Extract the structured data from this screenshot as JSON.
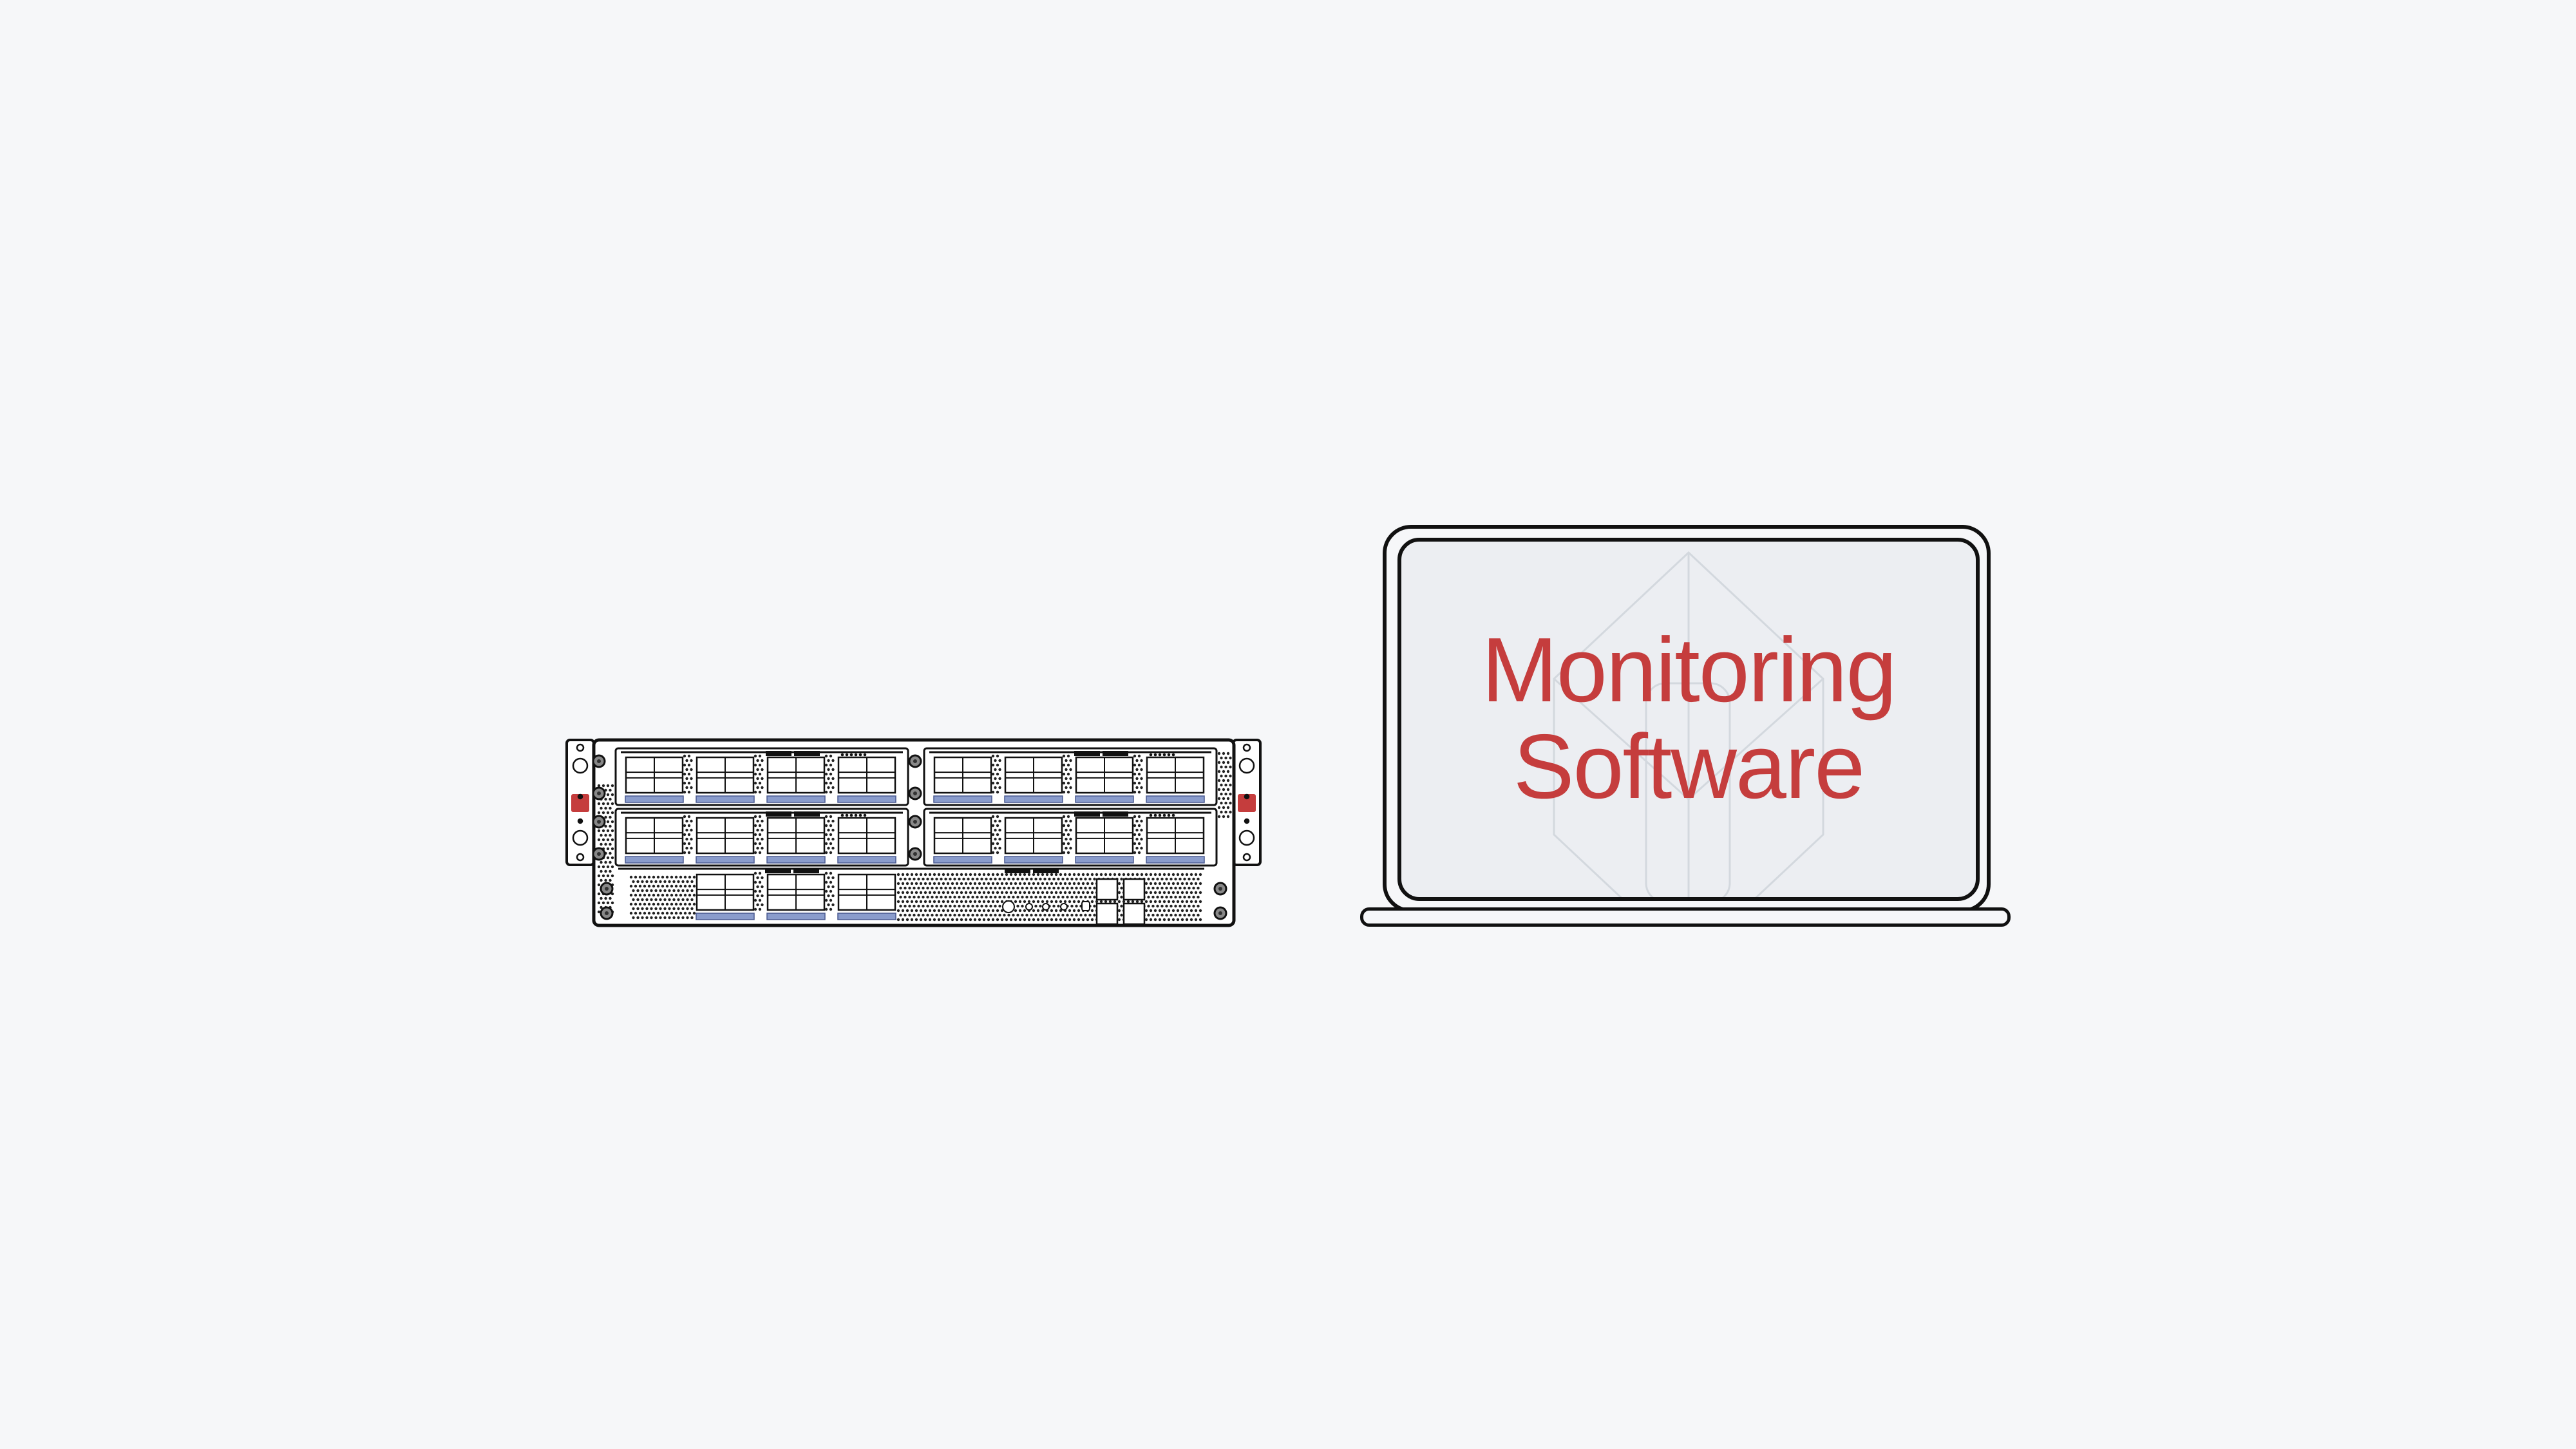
{
  "colors": {
    "background": "#f6f7f9",
    "accent_red": "#c53d3d",
    "outline": "#111111",
    "screen": "#eceef2",
    "drive_label": "#8a9ccc"
  },
  "server": {
    "modules_per_row": 2,
    "rows": 2,
    "drive_bays_per_module": 4,
    "bottom_drive_bays": 3,
    "network_ports": 4
  },
  "laptop": {
    "screen_text_line1": "Monitoring",
    "screen_text_line2": "Software",
    "watermark_icon": "cube-icon"
  }
}
